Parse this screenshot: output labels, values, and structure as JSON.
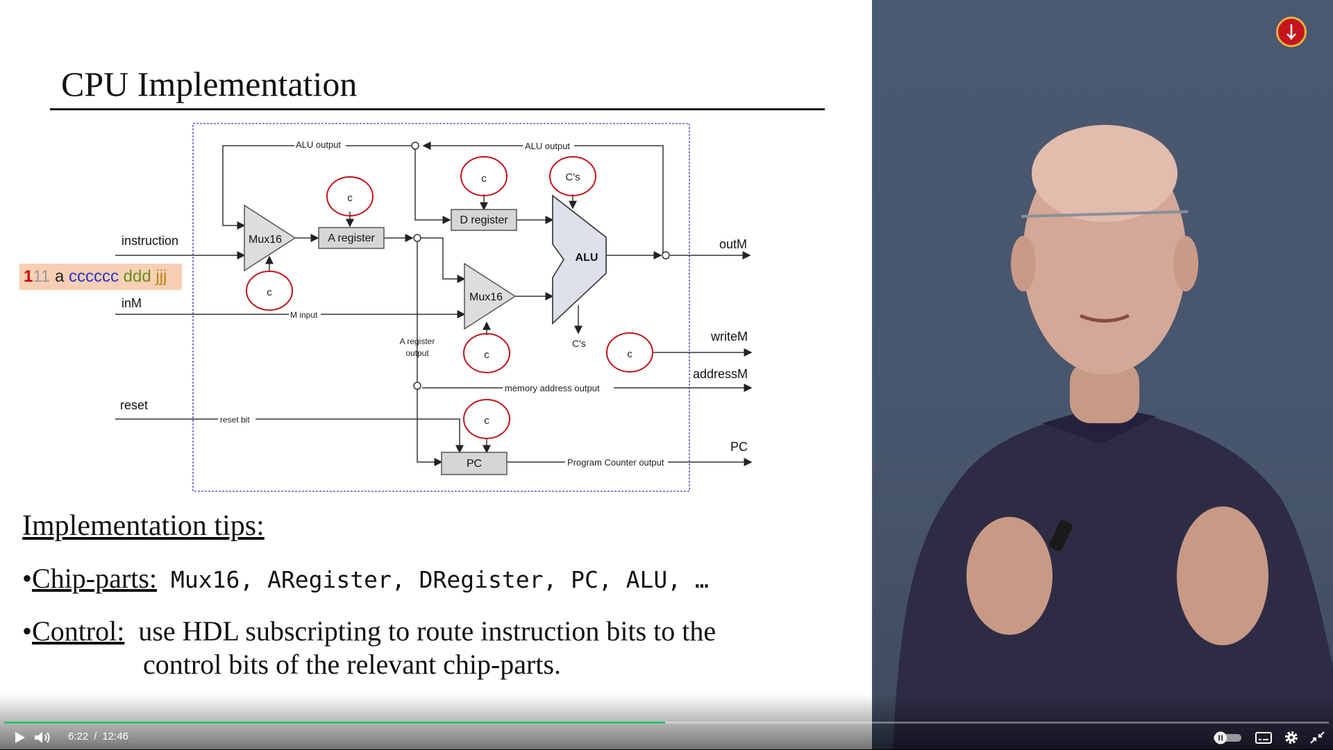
{
  "slide": {
    "title": "CPU Implementation",
    "instruction_bits": [
      "1",
      "11",
      "a",
      "cccccc",
      "ddd",
      "jjj"
    ],
    "instruction_bit_colors": [
      "#cc0000",
      "#999999",
      "#222222",
      "#2233cc",
      "#6b8e23",
      "#b8860b"
    ],
    "diagram": {
      "inputs": {
        "instruction": "instruction",
        "inM": "inM",
        "reset": "reset"
      },
      "outputs": {
        "outM": "outM",
        "writeM": "writeM",
        "addressM": "addressM",
        "pc": "PC"
      },
      "chips": {
        "mux_top": "Mux16",
        "a_register": "A register",
        "d_register": "D register",
        "mux_bottom": "Mux16",
        "alu": "ALU",
        "pc": "PC"
      },
      "control_label": "c",
      "control_cs_label": "C's",
      "wires": {
        "alu_output_left": "ALU output",
        "alu_output_right": "ALU output",
        "m_input": "M input",
        "a_register_output_1": "A register",
        "a_register_output_2": "output",
        "memory_address_output": "memory address output",
        "reset_bit": "reset bit",
        "pc_output": "Program Counter output",
        "alu_cs": "C's"
      }
    },
    "tips_heading": "Implementation tips:",
    "tip1": {
      "bullet": "•",
      "label": "Chip-parts:",
      "parts": "Mux16, ARegister, DRegister, PC, ALU, …"
    },
    "tip2": {
      "bullet": "•",
      "label": "Control:",
      "text": "use HDL subscripting to route instruction bits to the"
    },
    "tip3": {
      "text": "control bits of the relevant chip-parts."
    }
  },
  "player": {
    "current_time": "6:22",
    "separator": "/",
    "duration": "12:46",
    "progress_fraction": 0.4987,
    "accent_color": "#2fbf71"
  },
  "icons": {
    "play": "play-icon",
    "volume": "volume-icon",
    "autoplay": "autoplay-toggle-icon",
    "captions": "captions-icon",
    "settings": "gear-icon",
    "exit_fullscreen": "exit-fullscreen-icon",
    "logo": "channel-logo-icon"
  }
}
